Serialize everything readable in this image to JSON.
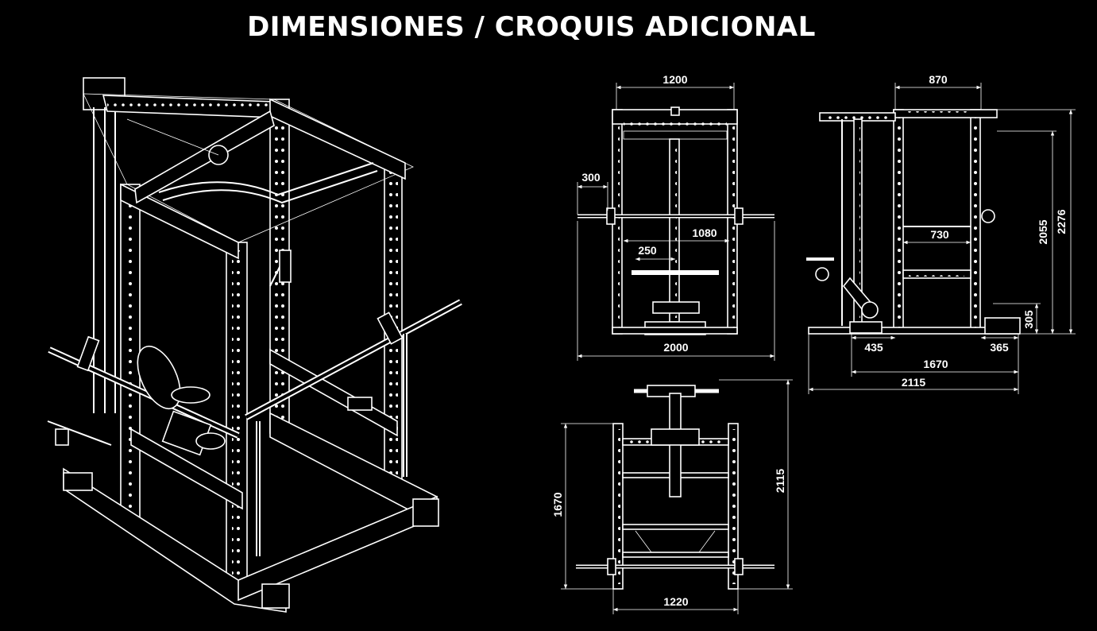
{
  "title": "DIMENSIONES / CROQUIS ADICIONAL",
  "front": {
    "w_total": "1200",
    "w_bar": "300",
    "w_inner": "1080",
    "w_handle": "250",
    "w_outer": "2000"
  },
  "side": {
    "depth_top": "870",
    "inner_depth": "730",
    "h_inner": "2055",
    "h_total": "2276",
    "h_bottom": "305",
    "d_front": "435",
    "d_back": "365",
    "d_base": "1670",
    "d_total": "2115"
  },
  "top": {
    "depth": "1670",
    "length": "2115",
    "width": "1220"
  },
  "icons": {
    "isometric": "power-rack-isometric-icon",
    "front": "front-view-icon",
    "side": "side-view-icon",
    "top": "top-view-icon"
  }
}
